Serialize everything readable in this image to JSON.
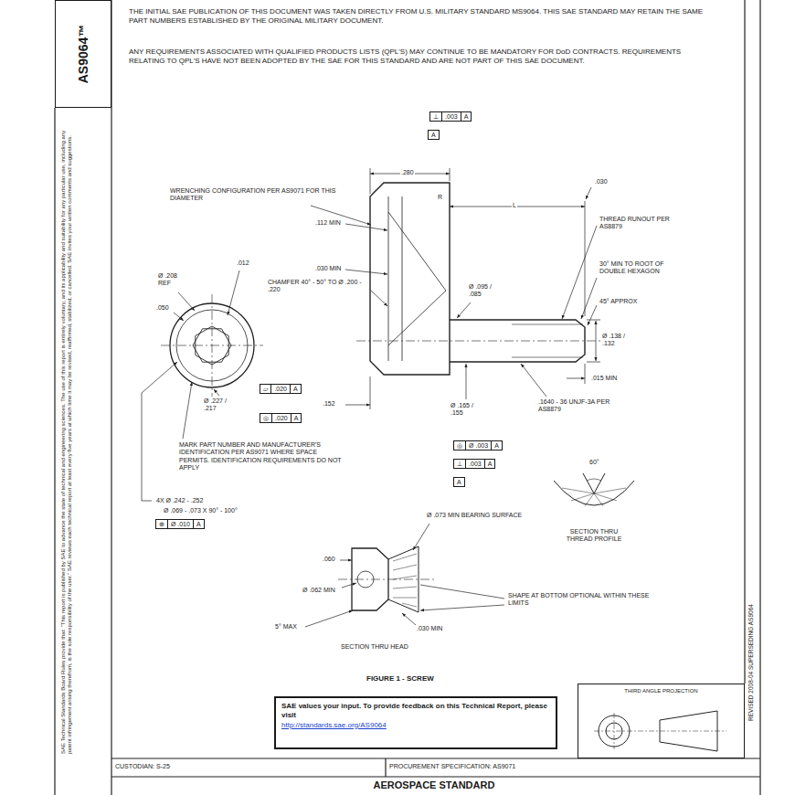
{
  "diagram": {
    "nodes": [
      {
        "text": [
          "AS9064™"
        ]
      },
      {
        "text": [
          "⊥",
          ".003",
          "A"
        ]
      },
      {
        "text": [
          "A"
        ]
      },
      {
        "text": [
          "▱",
          ".020",
          "A"
        ]
      },
      {
        "text": [
          "◎",
          ".020",
          "A"
        ]
      },
      {
        "text": [
          "◎",
          "Ø .003",
          "A"
        ]
      },
      {
        "text": [
          "⊥",
          ".003",
          "A"
        ]
      },
      {
        "text": [
          "A"
        ]
      },
      {
        "text": [
          "⊕",
          "Ø .010",
          "A"
        ]
      },
      {
        "text": [
          "SAE values your input. To provide feedback on this Technical Report, please visit",
          "http://standards.sae.org/AS9064"
        ]
      },
      {
        "text": [
          "THIRD ANGLE PROJECTION"
        ]
      },
      {
        "text": [
          "CUSTODIAN: S-25"
        ]
      },
      {
        "text": [
          "PROCUREMENT SPECIFICATION: AS9071"
        ]
      },
      {
        "text": [
          "AEROSPACE STANDARD"
        ]
      }
    ],
    "labels": [
      "THE INITIAL SAE PUBLICATION OF THIS DOCUMENT WAS TAKEN DIRECTLY FROM U.S. MILITARY STANDARD MS9064. THIS SAE STANDARD MAY RETAIN THE SAME PART NUMBERS ESTABLISHED BY THE ORIGINAL MILITARY DOCUMENT.",
      "ANY REQUIREMENTS ASSOCIATED WITH QUALIFIED PRODUCTS LISTS (QPL'S) MAY CONTINUE TO BE MANDATORY FOR DoD CONTRACTS. REQUIREMENTS RELATING TO QPL'S HAVE NOT BEEN ADOPTED BY THE SAE FOR THIS STANDARD AND ARE NOT PART OF THIS SAE DOCUMENT.",
      ".280",
      "R",
      "L",
      ".030",
      "WRENCHING CONFIGURATION PER AS9071 FOR THIS DIAMETER",
      ".112 MIN",
      "THREAD RUNOUT PER AS8879",
      "Ø .208 REF",
      ".012",
      ".030 MIN",
      "CHAMFER 40° - 50° TO Ø .200 - .220",
      "Ø .095 / .085",
      "30° MIN TO ROOT OF DOUBLE HEXAGON",
      "45° APPROX",
      ".050",
      "Ø .138 / .132",
      ".015 MIN",
      "Ø .227 / .217",
      ".152",
      ".1640 - 36 UNJF-3A PER AS8879",
      "Ø .165 / .155",
      "MARK PART NUMBER AND MANUFACTURER'S IDENTIFICATION PER AS9071 WHERE SPACE PERMITS. IDENTIFICATION REQUIREMENTS DO NOT APPLY",
      "60°",
      "4X Ø .242 - .252",
      "Ø .069 - .073 X 90° - 100°",
      "Ø .073 MIN BEARING SURFACE",
      ".060",
      "Ø .062 MIN",
      "SHAPE AT BOTTOM OPTIONAL WITHIN THESE LIMITS",
      "5° MAX",
      ".030 MIN",
      "SECTION THRU HEAD",
      "FIGURE 1 - SCREW",
      "SECTION THRU THREAD PROFILE",
      "SAE Technical Standards Board Rules provide that: \"This report is published by SAE to advance the state of technical and engineering sciences. The use of this report is entirely voluntary, and its applicability and suitability for any particular use, including any patent infringement arising therefrom, is the sole responsibility of the user.\" SAE reviews each technical report at least every five years at which time it may be revised, reaffirmed, stabilized, or cancelled. SAE invites your written comments and suggestions.",
      "REVISED 2008-04   SUPERSEDING AS9064"
    ]
  }
}
